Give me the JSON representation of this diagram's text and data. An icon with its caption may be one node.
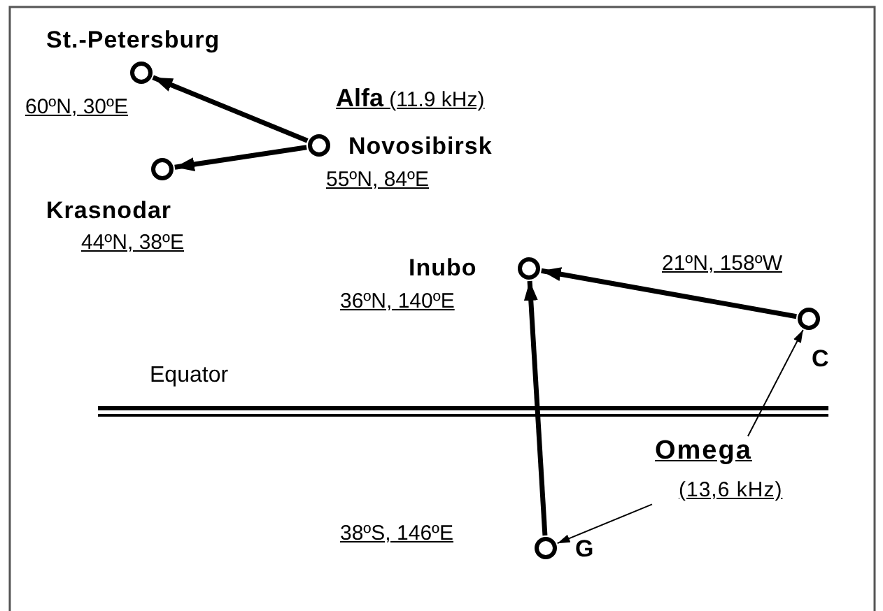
{
  "diagram": {
    "nodes": [
      {
        "text": [
          "St.-Petersburg"
        ],
        "beside": [
          "60ºN, 30ºE"
        ]
      },
      {
        "text": [
          "Novosibirsk"
        ],
        "beside": [
          "55ºN, 84ºE"
        ]
      },
      {
        "text": [
          "Krasnodar"
        ],
        "beside": [
          "44ºN, 38ºE"
        ]
      },
      {
        "text": [
          "Inubo"
        ],
        "beside": [
          "36ºN, 140ºE"
        ]
      },
      {
        "text": [
          "C"
        ],
        "beside": [
          "21ºN, 158ºW"
        ]
      },
      {
        "text": [
          "G"
        ],
        "beside": [
          "38ºS, 146ºE"
        ]
      },
      {
        "text": [
          "Omega",
          "(13,6 kHz)"
        ]
      }
    ],
    "edges": [
      {
        "from": 1,
        "to": 0,
        "arrow": "to"
      },
      {
        "from": 1,
        "to": 2,
        "arrow": "to"
      },
      {
        "from": 4,
        "to": 3,
        "arrow": "to"
      },
      {
        "from": 5,
        "to": 3,
        "arrow": "to"
      },
      {
        "from": 6,
        "to": 4,
        "arrow": "to"
      },
      {
        "from": 6,
        "to": 5,
        "arrow": "to"
      }
    ],
    "labels": [
      "**Alfa** (11.9 kHz)",
      "Equator"
    ]
  }
}
